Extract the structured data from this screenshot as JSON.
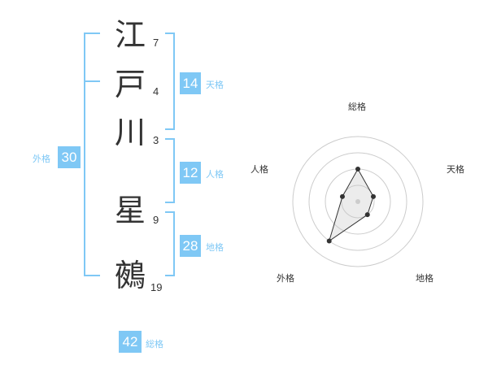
{
  "name_chars": [
    {
      "char": "江",
      "strokes": "7"
    },
    {
      "char": "戸",
      "strokes": "4"
    },
    {
      "char": "川",
      "strokes": "3"
    },
    {
      "char": "星",
      "strokes": "9"
    },
    {
      "char": "鵺",
      "strokes": "19"
    }
  ],
  "fortune": {
    "tenkaku": {
      "value": "14",
      "label": "天格"
    },
    "jinkaku": {
      "value": "12",
      "label": "人格"
    },
    "chikaku": {
      "value": "28",
      "label": "地格"
    },
    "gaikaku": {
      "value": "30",
      "label": "外格"
    },
    "soukaku": {
      "value": "42",
      "label": "総格"
    }
  },
  "accent_color": "#7fc8f5",
  "chart_data": {
    "type": "radar",
    "axes": [
      "総格",
      "天格",
      "地格",
      "外格",
      "人格"
    ],
    "rings": 4,
    "values": [
      2,
      1,
      1,
      3,
      1
    ]
  }
}
